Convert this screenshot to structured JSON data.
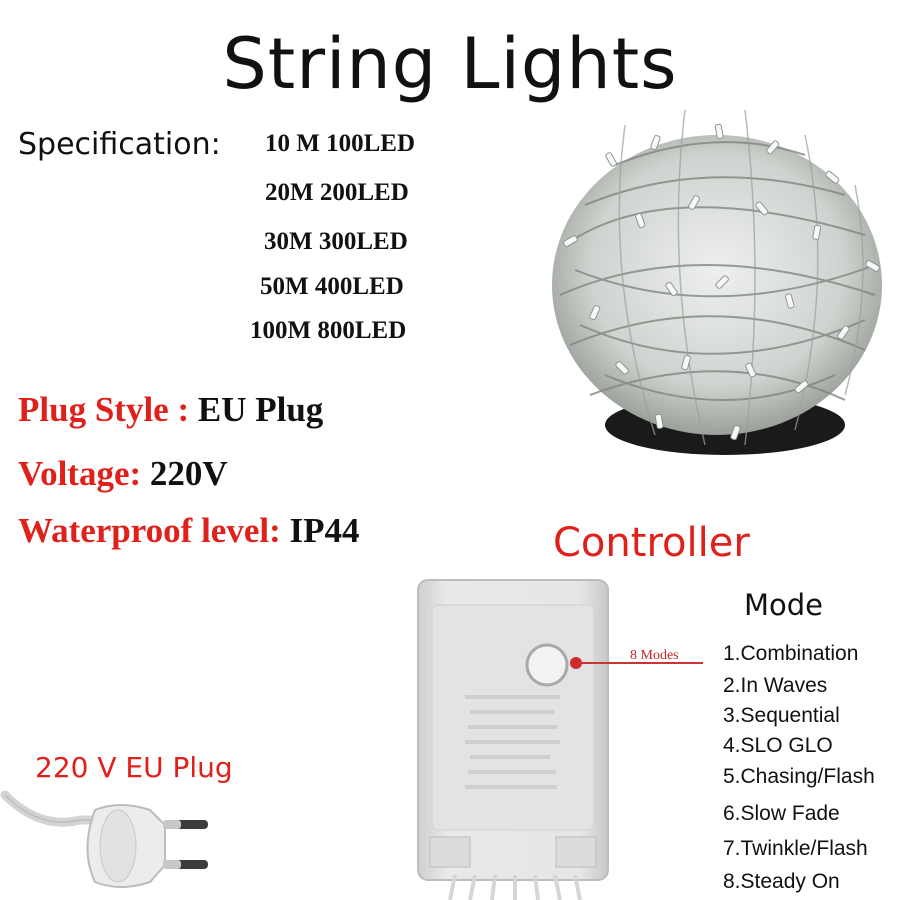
{
  "title": "String Lights",
  "specification": {
    "label": "Specification:",
    "items": [
      "10 M 100LED",
      "20M 200LED",
      "30M 300LED",
      "50M 400LED",
      "100M 800LED"
    ]
  },
  "properties": [
    {
      "key": "Plug Style : ",
      "value": "EU Plug"
    },
    {
      "key": "Voltage: ",
      "value": "220V"
    },
    {
      "key": "Waterproof level: ",
      "value": "IP44"
    }
  ],
  "controller": {
    "title": "Controller",
    "callout": "8 Modes"
  },
  "modes": {
    "title": "Mode",
    "items": [
      "1.Combination",
      "2.In Waves",
      "3.Sequential",
      "4.SLO GLO",
      "5.Chasing/Flash",
      "6.Slow Fade",
      "7.Twinkle/Flash",
      "8.Steady On"
    ]
  },
  "plug": {
    "caption": "220 V EU Plug"
  },
  "colors": {
    "accent_red": "#e0201a",
    "text": "#111111",
    "controller_body": "#e6e6e6"
  }
}
